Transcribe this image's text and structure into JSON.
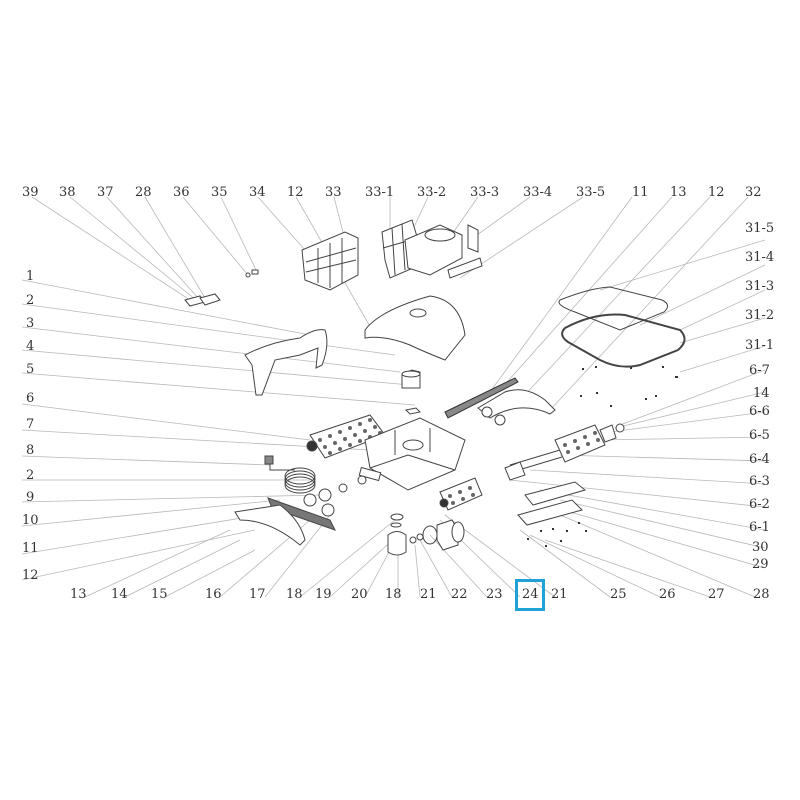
{
  "diagram": {
    "type": "exploded-parts-diagram",
    "subject": "robotic pool cleaner",
    "highlight_color": "#1fa3d6",
    "highlighted_label": "24",
    "labels": {
      "top": [
        "39",
        "38",
        "37",
        "28",
        "36",
        "35",
        "34",
        "12",
        "33",
        "33-1",
        "33-2",
        "33-3",
        "33-4",
        "33-5",
        "11",
        "13",
        "12",
        "32"
      ],
      "left": [
        "1",
        "2",
        "3",
        "4",
        "5",
        "6",
        "7",
        "8",
        "2",
        "9",
        "10",
        "11",
        "12"
      ],
      "right": [
        "31-5",
        "31-4",
        "31-3",
        "31-2",
        "31-1",
        "6-7",
        "14",
        "6-6",
        "6-5",
        "6-4",
        "6-3",
        "6-2",
        "6-1",
        "30",
        "29"
      ],
      "bottom": [
        "13",
        "14",
        "15",
        "16",
        "17",
        "18",
        "19",
        "20",
        "18",
        "21",
        "22",
        "23",
        "24",
        "21",
        "25",
        "26",
        "27",
        "28"
      ]
    },
    "parts": [
      {
        "name": "filter-basket-left"
      },
      {
        "name": "filter-frame"
      },
      {
        "name": "filter-basket-right"
      },
      {
        "name": "filter-panel"
      },
      {
        "name": "filter-mesh"
      },
      {
        "name": "top-cover"
      },
      {
        "name": "handle"
      },
      {
        "name": "impeller-housing"
      },
      {
        "name": "brush-roller-front"
      },
      {
        "name": "brush-roller-rear"
      },
      {
        "name": "chassis-body"
      },
      {
        "name": "power-cable-coil"
      },
      {
        "name": "drive-track-left"
      },
      {
        "name": "drive-track-right"
      },
      {
        "name": "side-panel-left"
      },
      {
        "name": "side-panel-right"
      },
      {
        "name": "lid-frame-outer"
      },
      {
        "name": "lid-frame-inner"
      },
      {
        "name": "brush-shaft-assembly"
      },
      {
        "name": "bottom-intake-plate"
      },
      {
        "name": "pump-motor"
      },
      {
        "name": "motor-gasket"
      }
    ]
  }
}
